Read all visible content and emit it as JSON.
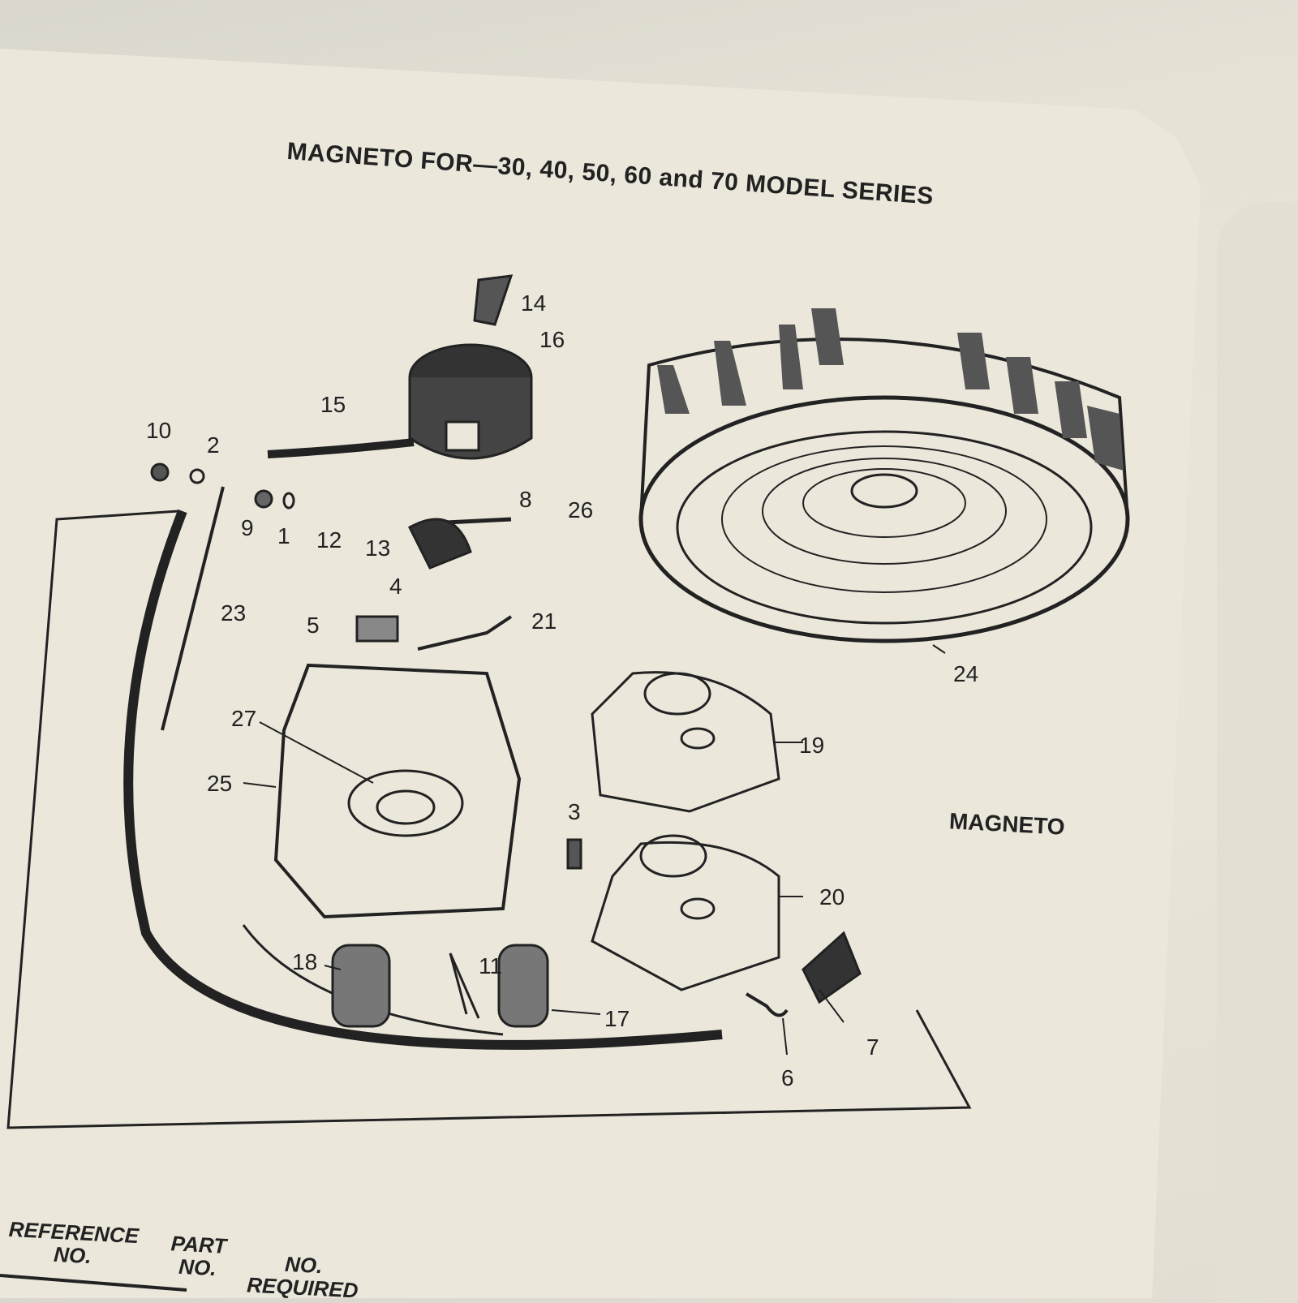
{
  "title": "MAGNETO FOR—30, 40, 50, 60 and 70 MODEL SERIES",
  "diagram_caption": "MAGNETO",
  "reference_numbers": [
    "14",
    "16",
    "15",
    "10",
    "2",
    "8",
    "26",
    "9",
    "1",
    "12",
    "13",
    "4",
    "21",
    "23",
    "5",
    "24",
    "27",
    "19",
    "25",
    "3",
    "20",
    "18",
    "11",
    "17",
    "7",
    "6"
  ],
  "table_header": {
    "reference_no_1": "REFERENCE",
    "reference_no_2": "NO.",
    "part_no_1": "PART",
    "part_no_2": "NO.",
    "required_1": "NO.",
    "required_2": "REQUIRED"
  },
  "colors": {
    "paper": "#ebe7db",
    "ink": "#222222"
  }
}
